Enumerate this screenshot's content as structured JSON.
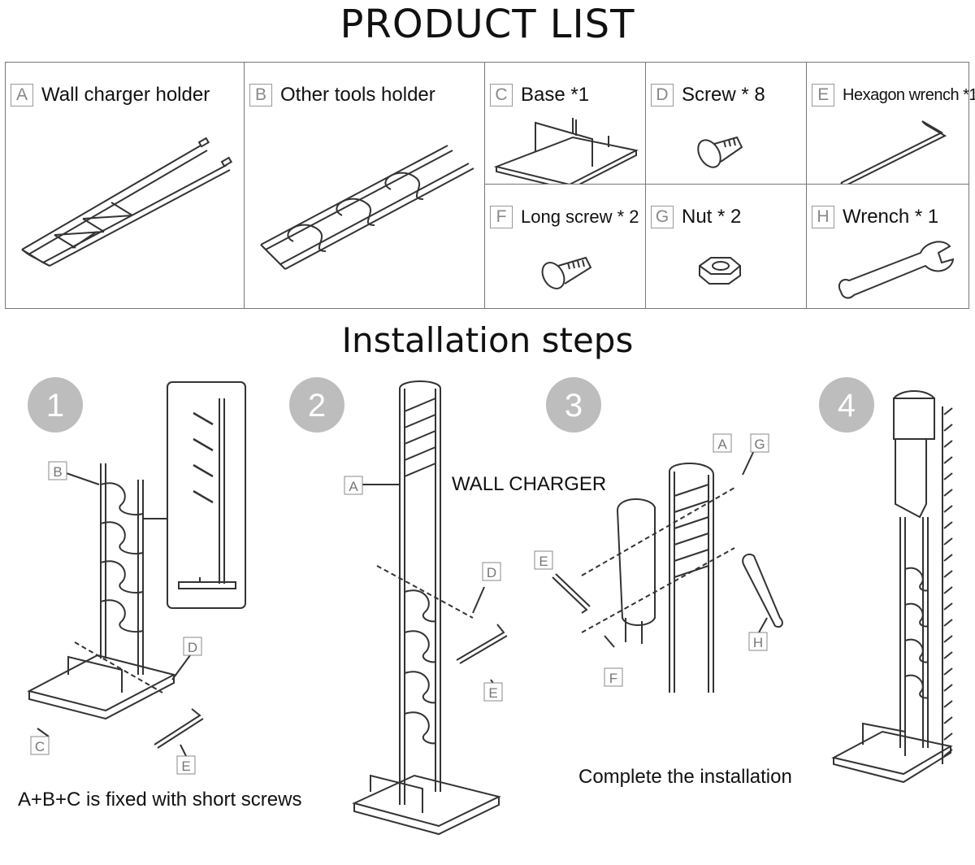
{
  "product_list_title": "PRODUCT LIST",
  "installation_title": "Installation steps",
  "parts": [
    {
      "letter": "A",
      "label": "Wall charger holder"
    },
    {
      "letter": "B",
      "label": "Other tools holder"
    },
    {
      "letter": "C",
      "label": "Base *1"
    },
    {
      "letter": "D",
      "label": "Screw * 8"
    },
    {
      "letter": "E",
      "label": "Hexagon wrench *1."
    },
    {
      "letter": "F",
      "label": "Long screw * 2"
    },
    {
      "letter": "G",
      "label": "Nut * 2"
    },
    {
      "letter": "H",
      "label": "Wrench * 1"
    }
  ],
  "steps": {
    "numbers": [
      "1",
      "2",
      "3",
      "4"
    ],
    "step1": {
      "caption": "A+B+C is fixed with short screws",
      "callouts": [
        "B",
        "D",
        "C",
        "E"
      ]
    },
    "step2": {
      "callouts": [
        "A",
        "D",
        "E"
      ]
    },
    "step3": {
      "header": "WALL CHARGER",
      "caption": "Complete the installation",
      "callouts": [
        "A",
        "G",
        "E",
        "H",
        "F"
      ]
    }
  }
}
